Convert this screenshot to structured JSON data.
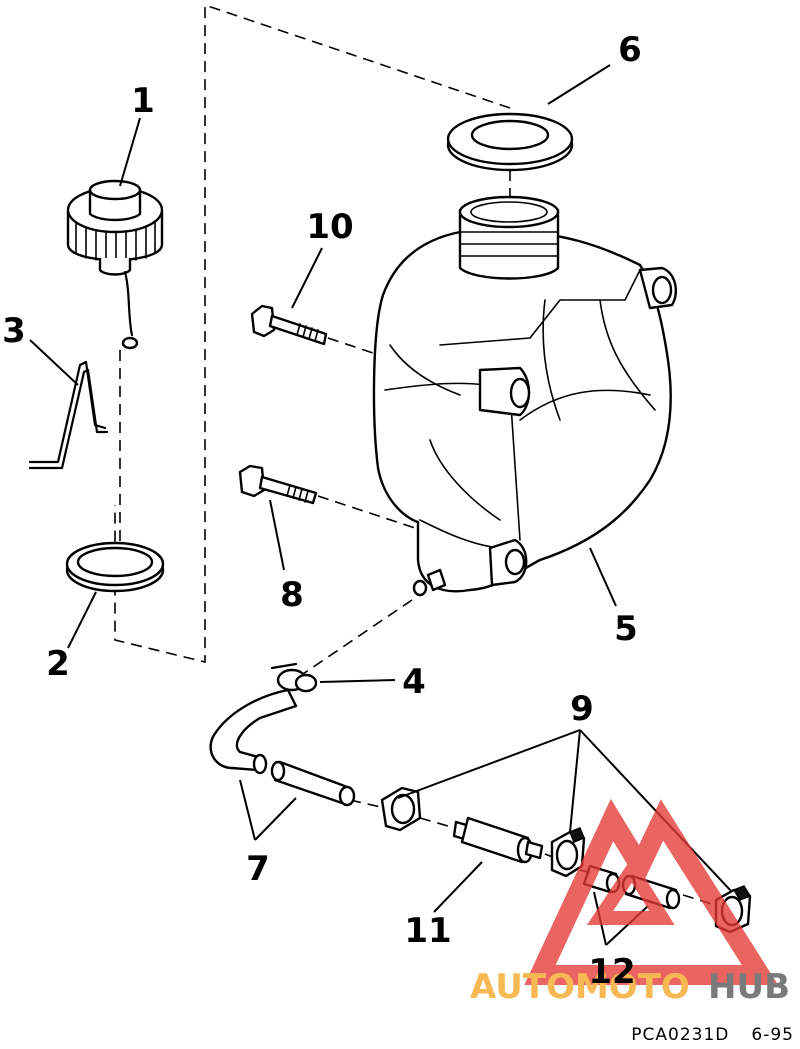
{
  "callouts": {
    "c1": "1",
    "c2": "2",
    "c3": "3",
    "c4": "4",
    "c5": "5",
    "c6": "6",
    "c7": "7",
    "c8": "8",
    "c9": "9",
    "c10": "10",
    "c11": "11",
    "c12": "12"
  },
  "footer": {
    "drawing_code": "PCA0231D",
    "page_ref": "6-95"
  },
  "watermark": {
    "brand_left": "AUTOMOTO",
    "brand_right": "HUB",
    "color_left": "#f5a623",
    "color_right": "#555555",
    "triangle_color": "#e53935"
  }
}
